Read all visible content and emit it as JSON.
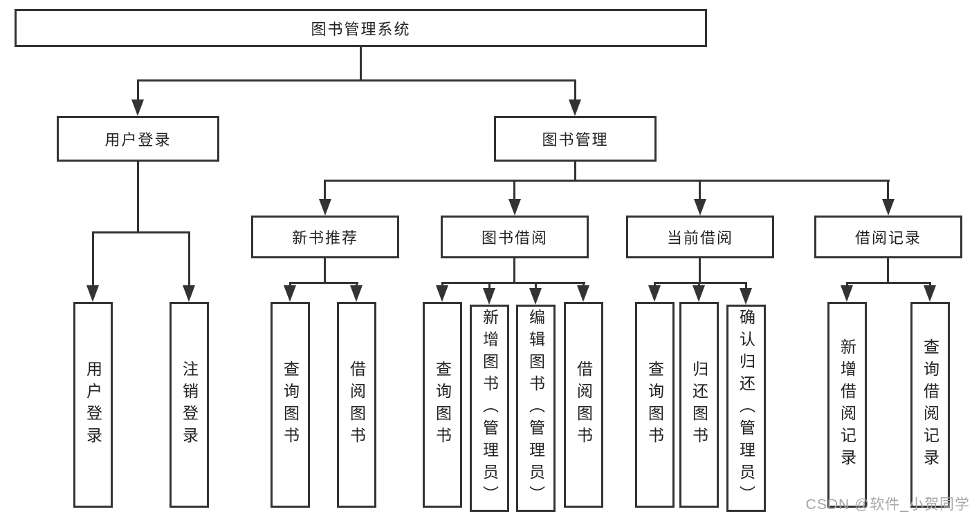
{
  "tree": {
    "label": "图书管理系统",
    "children": [
      {
        "label": "用户登录",
        "children": [
          {
            "label": "用户登录"
          },
          {
            "label": "注销登录"
          }
        ]
      },
      {
        "label": "图书管理",
        "children": [
          {
            "label": "新书推荐",
            "children": [
              {
                "label": "查询图书"
              },
              {
                "label": "借阅图书"
              }
            ]
          },
          {
            "label": "图书借阅",
            "children": [
              {
                "label": "查询图书"
              },
              {
                "label": "新增图书（管理员）"
              },
              {
                "label": "编辑图书（管理员）"
              },
              {
                "label": "借阅图书"
              }
            ]
          },
          {
            "label": "当前借阅",
            "children": [
              {
                "label": "查询图书"
              },
              {
                "label": "归还图书"
              },
              {
                "label": "确认归还（管理员）"
              }
            ]
          },
          {
            "label": "借阅记录",
            "children": [
              {
                "label": "新增借阅记录"
              },
              {
                "label": "查询借阅记录"
              }
            ]
          }
        ]
      }
    ]
  },
  "watermark": {
    "text": "CSDN @软件_小贺同学",
    "color": "#a8a4a4"
  },
  "colors": {
    "line": "#333333",
    "text": "#222222",
    "background": "#ffffff"
  }
}
